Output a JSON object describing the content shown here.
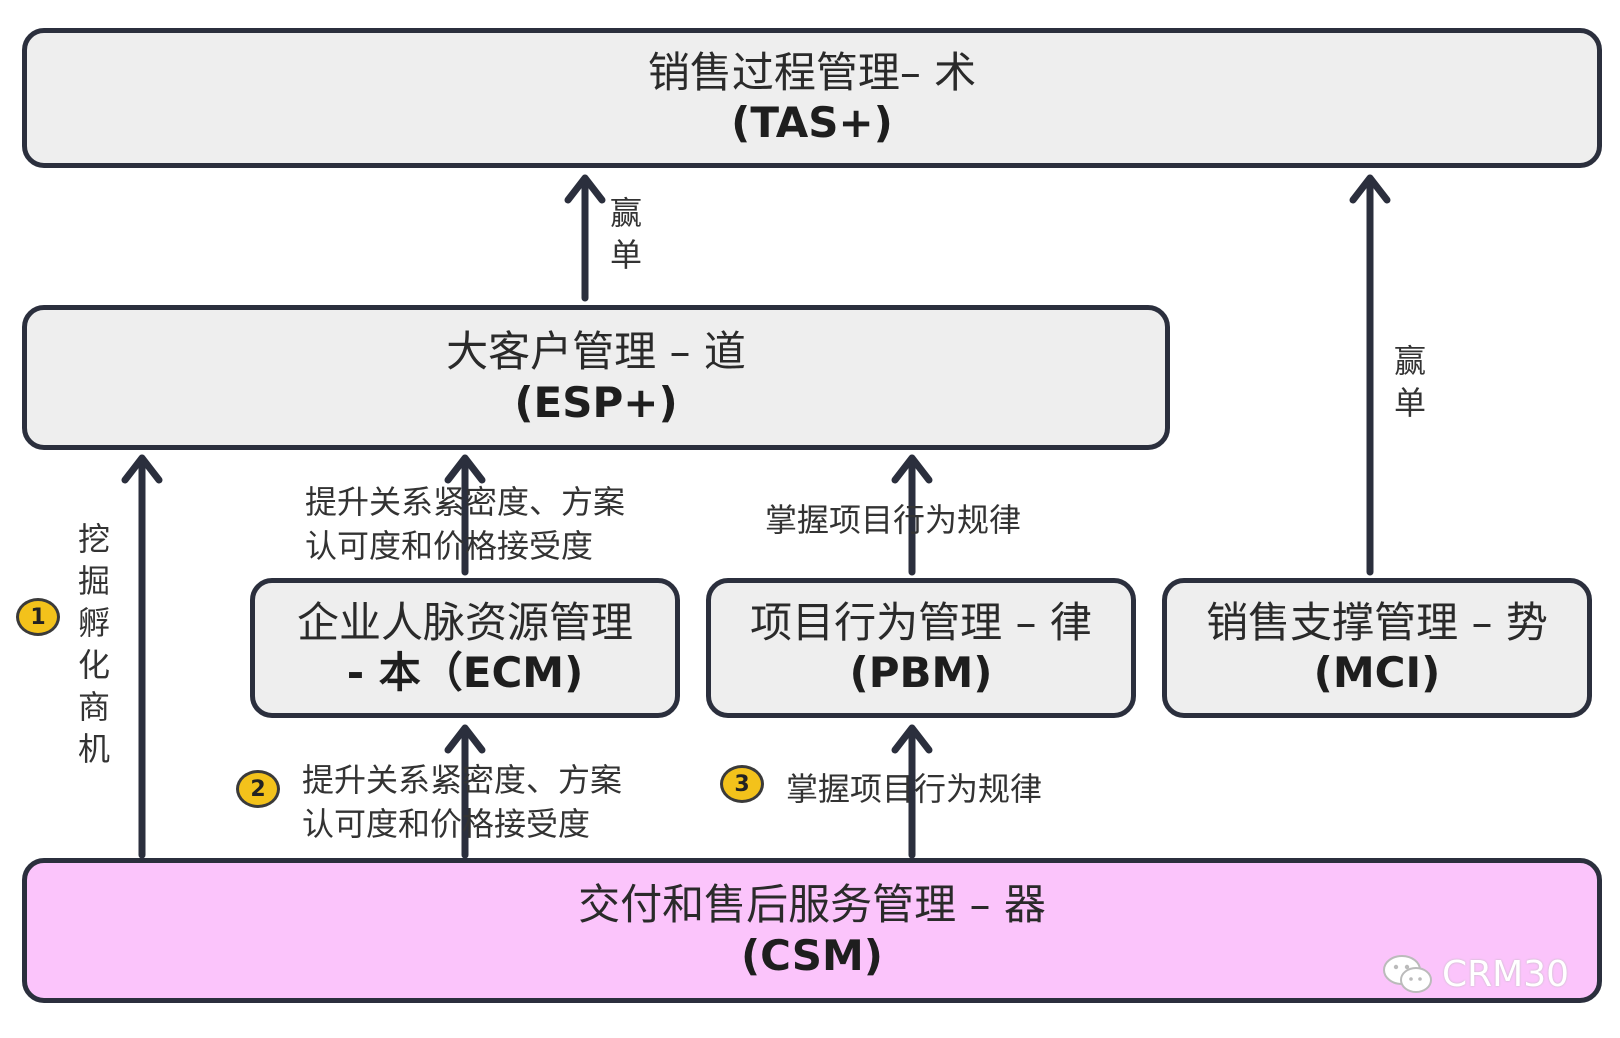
{
  "boxes": {
    "tas": {
      "line1": "销售过程管理– 术",
      "line2": "(TAS+)"
    },
    "esp": {
      "line1": "大客户管理 – 道",
      "line2": "(ESP+)"
    },
    "ecm": {
      "line1": "企业人脉资源管理",
      "line2": "- 本（ECM)"
    },
    "pbm": {
      "line1": "项目行为管理 – 律",
      "line2": "(PBM)"
    },
    "mci": {
      "line1": "销售支撑管理 – 势",
      "line2": "(MCI)"
    },
    "csm": {
      "line1": "交付和售后服务管理 – 器",
      "line2": "(CSM)"
    }
  },
  "labels": {
    "win_order_1": "赢单",
    "win_order_2": "赢单",
    "mine_opportunity": "挖掘孵化商机",
    "relation_upper_1": "提升关系紧密度、方案",
    "relation_upper_2": "认可度和价格接受度",
    "relation_lower_1": "提升关系紧密度、方案",
    "relation_lower_2": "认可度和价格接受度",
    "pattern_upper": "掌握项目行为规律",
    "pattern_lower": "掌握项目行为规律"
  },
  "markers": [
    "1",
    "2",
    "3"
  ],
  "watermark": "CRM30",
  "colors": {
    "box_fill": "#eeeeee",
    "csm_fill": "#fbc4fb",
    "border": "#2b2f3d",
    "marker": "#f3c21b"
  }
}
